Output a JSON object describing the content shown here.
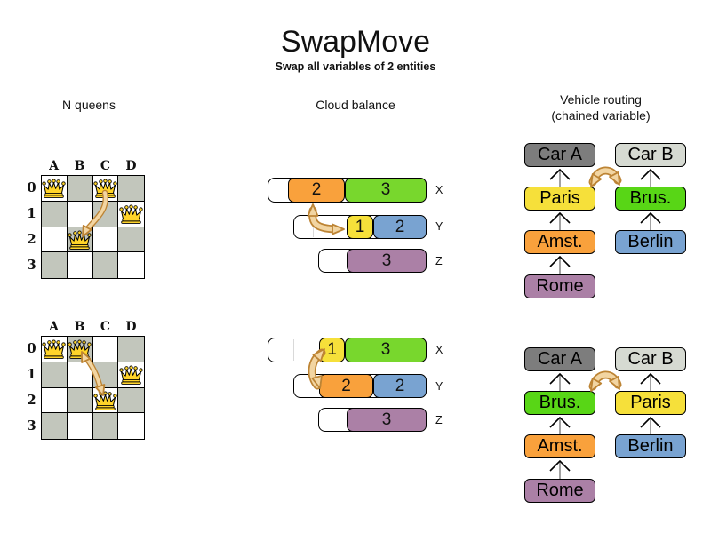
{
  "header": {
    "title": "SwapMove",
    "subtitle": "Swap all variables of 2 entities"
  },
  "nqueens": {
    "label": "N queens",
    "col_labels": [
      "A",
      "B",
      "C",
      "D"
    ],
    "row_labels": [
      "0",
      "1",
      "2",
      "3"
    ],
    "before": {
      "queens": [
        "A0",
        "C0",
        "D1",
        "B2"
      ],
      "swap": [
        "C0",
        "B2"
      ]
    },
    "after": {
      "queens": [
        "A0",
        "B0",
        "D1",
        "C2"
      ],
      "swap": [
        "B0",
        "C2"
      ]
    }
  },
  "cloud": {
    "label": "Cloud balance",
    "before": {
      "rows": [
        {
          "label": "X",
          "processes": [
            {
              "value": "2",
              "color": "#f9a13c"
            },
            {
              "value": "3",
              "color": "#78d72d"
            }
          ]
        },
        {
          "label": "Y",
          "processes": [
            {
              "value": "1",
              "color": "#f6e03a"
            },
            {
              "value": "2",
              "color": "#79a3d1"
            }
          ]
        },
        {
          "label": "Z",
          "processes": [
            {
              "value": "3",
              "color": "#ab80a6"
            }
          ]
        }
      ]
    },
    "after": {
      "rows": [
        {
          "label": "X",
          "processes": [
            {
              "value": "1",
              "color": "#f6e03a"
            },
            {
              "value": "3",
              "color": "#78d72d"
            }
          ]
        },
        {
          "label": "Y",
          "processes": [
            {
              "value": "2",
              "color": "#f9a13c"
            },
            {
              "value": "2",
              "color": "#79a3d1"
            }
          ]
        },
        {
          "label": "Z",
          "processes": [
            {
              "value": "3",
              "color": "#ab80a6"
            }
          ]
        }
      ]
    }
  },
  "vehicle": {
    "label": "Vehicle routing",
    "sublabel": "(chained variable)",
    "before": {
      "left": [
        "Car A",
        "Paris",
        "Amst.",
        "Rome"
      ],
      "right": [
        "Car B",
        "Brus.",
        "Berlin"
      ]
    },
    "after": {
      "left": [
        "Car A",
        "Brus.",
        "Amst.",
        "Rome"
      ],
      "right": [
        "Car B",
        "Paris",
        "Berlin"
      ]
    }
  },
  "palette": {
    "orange": "#f9a13c",
    "green_cloud": "#78d72d",
    "green_vehicle": "#58d616",
    "yellow": "#f6e03a",
    "blue": "#79a3d1",
    "purple": "#ab80a6",
    "car_a_gray": "#7d7d7d",
    "car_b_gray": "#d6dad2",
    "board_gray": "#c2c6bc",
    "swap_arrow_fill": "#f2d5a2",
    "swap_arrow_outline": "#bd8434",
    "queen_gold": "#ffd42a",
    "chain_line_gray": "#8a8a8a"
  }
}
